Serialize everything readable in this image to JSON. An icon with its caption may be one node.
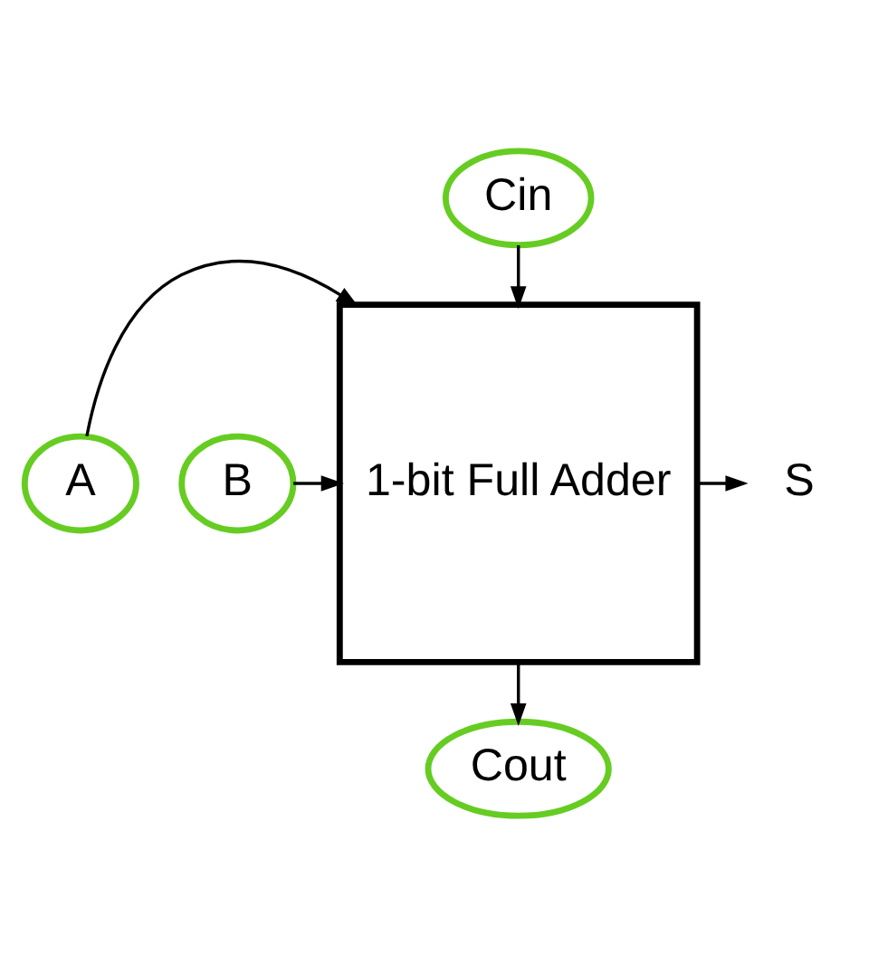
{
  "diagram": {
    "nodes": [
      {
        "text": [
          "Cin"
        ]
      },
      {
        "text": [
          "A"
        ]
      },
      {
        "text": [
          "B"
        ]
      },
      {
        "text": [
          "1-bit Full Adder"
        ]
      },
      {
        "text": [
          "S"
        ]
      },
      {
        "text": [
          "Cout"
        ]
      }
    ],
    "edges": [
      {
        "from": 0,
        "to": 3,
        "arrow": "to"
      },
      {
        "from": 1,
        "to": 3,
        "arrow": "to"
      },
      {
        "from": 2,
        "to": 3,
        "arrow": "to"
      },
      {
        "from": 3,
        "to": 4,
        "arrow": "to"
      },
      {
        "from": 3,
        "to": 5,
        "arrow": "to"
      }
    ]
  }
}
